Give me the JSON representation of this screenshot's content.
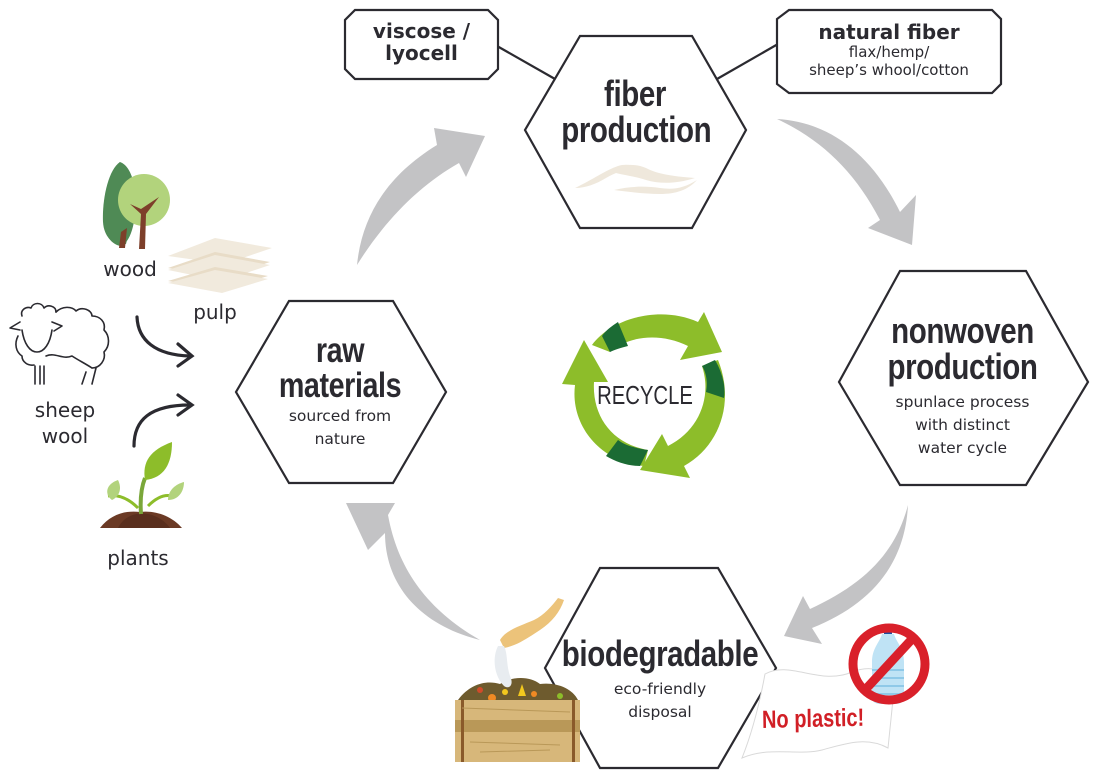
{
  "diagram": {
    "stages": [
      {
        "id": "fiber",
        "title_lines": [
          "fiber",
          "production"
        ],
        "subtitle_lines": []
      },
      {
        "id": "nonwoven",
        "title_lines": [
          "nonwoven",
          "production"
        ],
        "subtitle_lines": [
          "spunlace process",
          "with distinct",
          "water cycle"
        ]
      },
      {
        "id": "biodegradable",
        "title_lines": [
          "biodegradable"
        ],
        "subtitle_lines": [
          "eco-friendly",
          "disposal"
        ]
      },
      {
        "id": "raw",
        "title_lines": [
          "raw",
          "materials"
        ],
        "subtitle_lines": [
          "sourced from",
          "nature"
        ]
      }
    ],
    "tags": {
      "viscose": {
        "lines": [
          "viscose /",
          "lyocell"
        ]
      },
      "natural": {
        "title": "natural fiber",
        "sub_lines": [
          "flax/hemp/",
          "sheep’s whool/cotton"
        ]
      }
    },
    "sources": {
      "wood": "wood",
      "pulp": "pulp",
      "sheep_lines": [
        "sheep",
        "wool"
      ],
      "plants": "plants"
    },
    "center": {
      "label": "RECYCLE"
    },
    "disposal_note": "No plastic!",
    "colors": {
      "outline": "#2b2a30",
      "cycle_arrow": "#c3c3c5",
      "recycle_light": "#8dbd2a",
      "recycle_dark": "#1b6b34",
      "no_symbol": "#d9202a",
      "fiber_tint": "#efe8dc"
    }
  }
}
